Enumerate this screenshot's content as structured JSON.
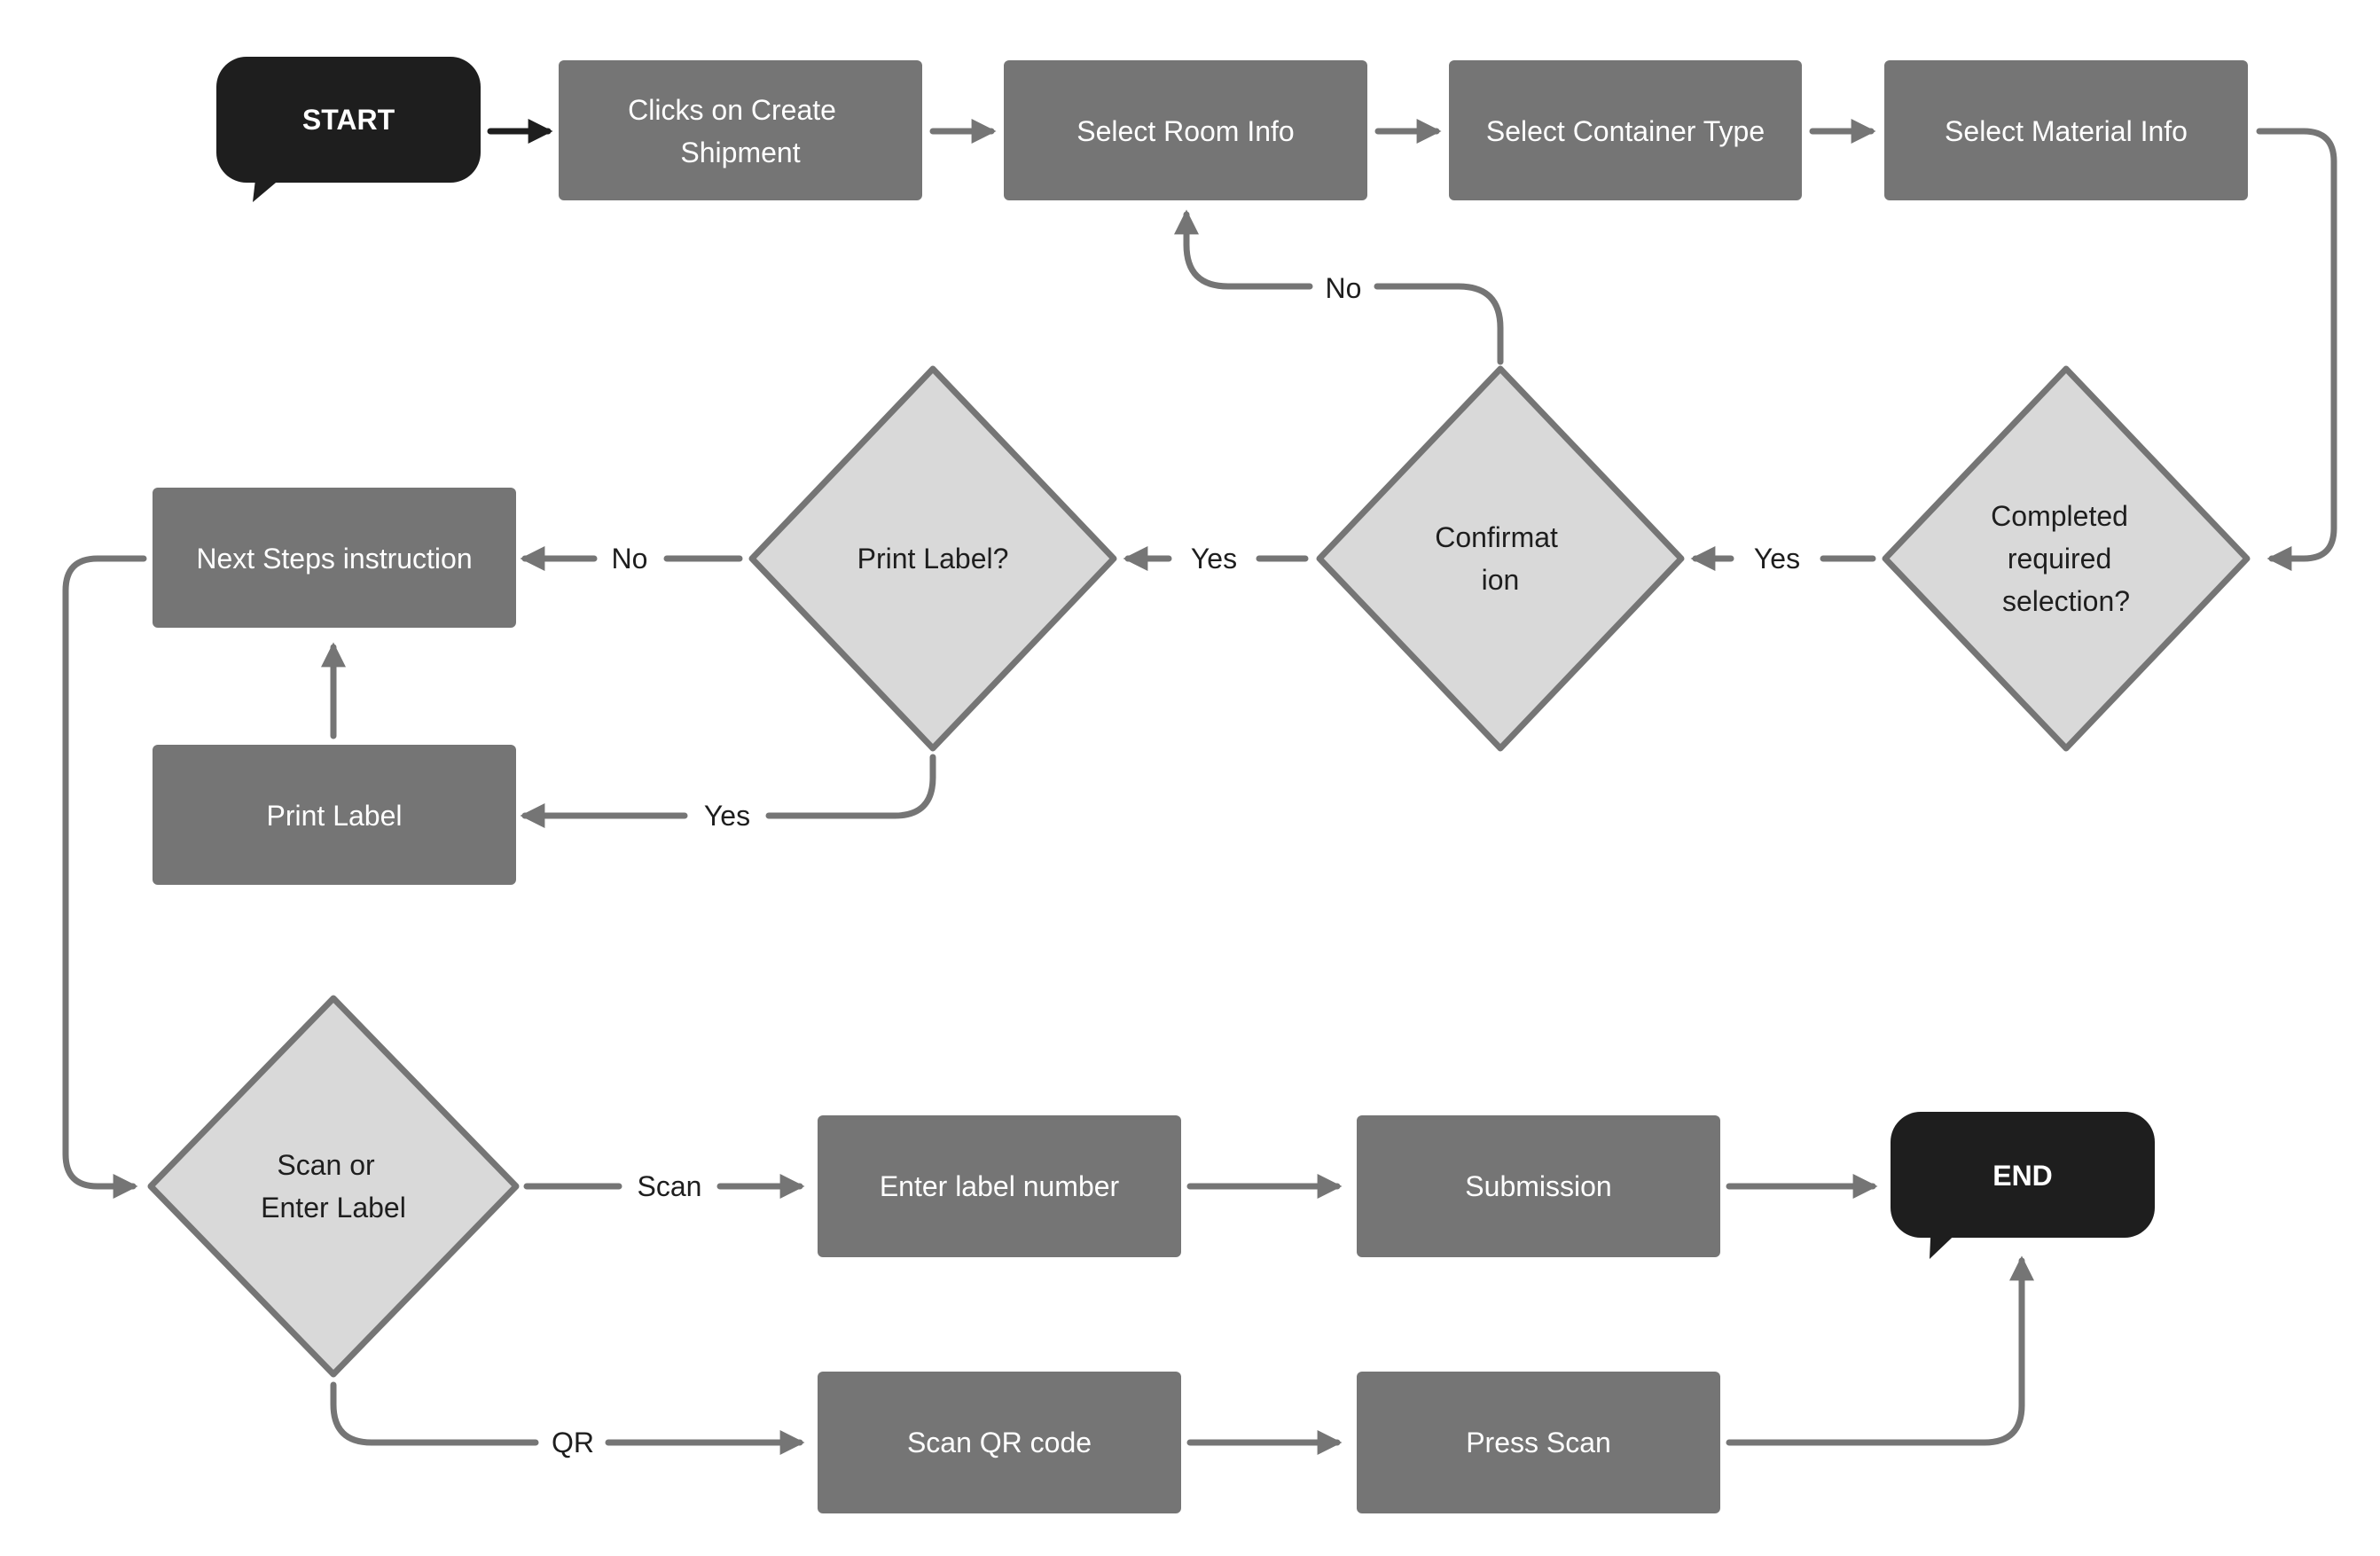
{
  "colors": {
    "background": "#ffffff",
    "process_fill": "#757575",
    "decision_fill": "#d9d9d9",
    "decision_stroke": "#757575",
    "terminal_fill": "#1e1e1e",
    "edge": "#757575",
    "start_edge": "#1e1e1e",
    "light_text": "#ffffff",
    "dark_text": "#1e1e1e"
  },
  "nodes": {
    "start": {
      "label": "START"
    },
    "create_shipment": {
      "lines": [
        "Clicks on Create",
        "Shipment"
      ]
    },
    "room_info": {
      "label": "Select Room Info"
    },
    "container_type": {
      "label": "Select Container Type"
    },
    "material_info": {
      "label": "Select Material Info"
    },
    "completed": {
      "lines": [
        "Completed",
        "required",
        "selection?"
      ]
    },
    "confirmation": {
      "lines": [
        "Confirmat",
        "ion"
      ]
    },
    "print_label_q": {
      "label": "Print Label?"
    },
    "next_steps": {
      "label": "Next Steps instruction"
    },
    "print_label": {
      "label": "Print Label"
    },
    "scan_or_enter": {
      "lines": [
        "Scan or",
        "Enter Label"
      ]
    },
    "enter_label": {
      "label": "Enter label number"
    },
    "submission": {
      "label": "Submission"
    },
    "end": {
      "label": "END"
    },
    "scan_qr": {
      "label": "Scan QR code"
    },
    "press_scan": {
      "label": "Press Scan"
    }
  },
  "edge_labels": {
    "confirmation_no": "No",
    "completed_yes": "Yes",
    "confirmation_yes": "Yes",
    "print_no": "No",
    "print_yes": "Yes",
    "scan": "Scan",
    "qr": "QR"
  }
}
